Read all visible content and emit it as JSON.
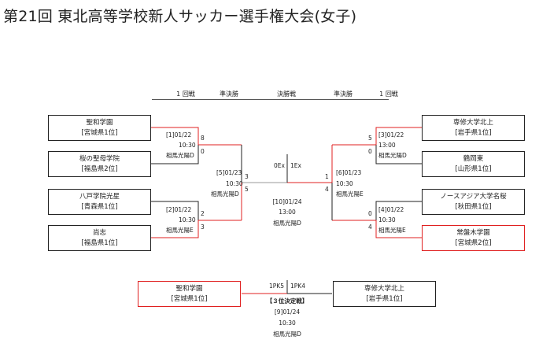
{
  "title": "第21回 東北高等学校新人サッカー選手権大会(女子)",
  "headers": {
    "r1_left": "1 回戦",
    "sf_left": "準決勝",
    "final": "決勝戦",
    "sf_right": "準決勝",
    "r1_right": "1 回戦"
  },
  "teams": {
    "t1": {
      "name": "聖和学園",
      "pref": "[宮城県1位]"
    },
    "t2": {
      "name": "桜の聖母学院",
      "pref": "[福島県2位]"
    },
    "t3": {
      "name": "八戸学院光星",
      "pref": "[青森県1位]"
    },
    "t4": {
      "name": "尚志",
      "pref": "[福島県1位]"
    },
    "t5": {
      "name": "専修大学北上",
      "pref": "[岩手県1位]"
    },
    "t6": {
      "name": "鶴岡東",
      "pref": "[山形県1位]"
    },
    "t7": {
      "name": "ノースアジア大学名桜",
      "pref": "[秋田県1位]"
    },
    "t8": {
      "name": "常盤木学園",
      "pref": "[宮城県2位]"
    }
  },
  "matches": {
    "m1": {
      "date": "[1]01/22",
      "time": "10:30",
      "venue": "相馬光陽D",
      "score_top": "8",
      "score_bottom": "0"
    },
    "m2": {
      "date": "[2]01/22",
      "time": "10:30",
      "venue": "相馬光陽E",
      "score_top": "2",
      "score_bottom": "3"
    },
    "m3": {
      "date": "[3]01/22",
      "time": "13:00",
      "venue": "相馬光陽D",
      "score_top": "5",
      "score_bottom": "0"
    },
    "m4": {
      "date": "[4]01/22",
      "time": "10:30",
      "venue": "相馬光陽E",
      "score_top": "0",
      "score_bottom": "4"
    },
    "m5": {
      "date": "[5]01/23",
      "time": "10:30",
      "venue": "相馬光陽D",
      "score_top": "3",
      "score_bottom": "5"
    },
    "m6": {
      "date": "[6]01/23",
      "time": "10:30",
      "venue": "相馬光陽E",
      "score_top": "1",
      "score_bottom": "4"
    },
    "final": {
      "date": "[10]01/24",
      "time": "13:00",
      "venue": "相馬光陽D",
      "score_left": "0Ex",
      "score_right": "1Ex"
    },
    "third": {
      "label": "【３位決定戦】",
      "date": "[9]01/24",
      "time": "10:30",
      "venue": "相馬光陽D",
      "score_left": "1PK5",
      "score_right": "1PK4"
    }
  },
  "third_place": {
    "left": {
      "name": "聖和学園",
      "pref": "[宮城県1位]"
    },
    "right": {
      "name": "専修大学北上",
      "pref": "[岩手県1位]"
    }
  },
  "colors": {
    "win_line": "#e02020",
    "line": "#222222",
    "final_line": "#999999"
  }
}
